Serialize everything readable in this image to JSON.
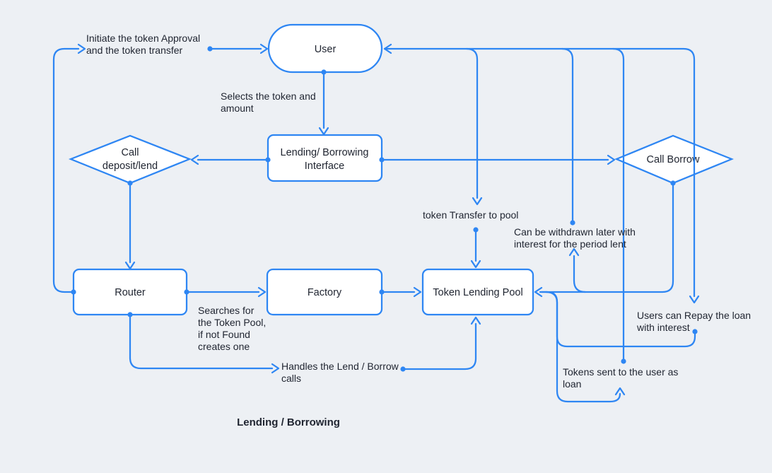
{
  "title": "Lending / Borrowing",
  "colors": {
    "line": "#2e86f3",
    "node_fill": "#ffffff",
    "background": "#edf0f4",
    "text": "#1f2430"
  },
  "nodes": {
    "user": {
      "shape": "stadium",
      "label": "User"
    },
    "interface": {
      "shape": "rectangle",
      "line1": "Lending/ Borrowing",
      "line2": "Interface"
    },
    "deposit": {
      "shape": "diamond",
      "line1": "Call",
      "line2": "deposit/lend"
    },
    "borrow": {
      "shape": "diamond",
      "label": "Call Borrow"
    },
    "router": {
      "shape": "rectangle",
      "label": "Router"
    },
    "factory": {
      "shape": "rectangle",
      "label": "Factory"
    },
    "pool": {
      "shape": "rectangle",
      "label": "Token Lending Pool"
    }
  },
  "labels": {
    "initiate": {
      "line1": "Initiate the token Approval",
      "line2": "and the token transfer"
    },
    "selects": {
      "line1": "Selects the token and",
      "line2": "amount"
    },
    "token_transfer": {
      "line1": "token Transfer to pool"
    },
    "withdraw": {
      "line1": "Can be withdrawn later with",
      "line2": "interest for the period lent"
    },
    "repay": {
      "line1": "Users can Repay the loan",
      "line2": "with interest"
    },
    "tokens_sent": {
      "line1": "Tokens sent to the user as",
      "line2": "loan"
    },
    "searches": {
      "line1": "Searches for",
      "line2": "the Token Pool,",
      "line3": "if not Found",
      "line4": "creates one"
    },
    "handles": {
      "line1": "Handles the Lend / Borrow",
      "line2": "calls"
    }
  }
}
